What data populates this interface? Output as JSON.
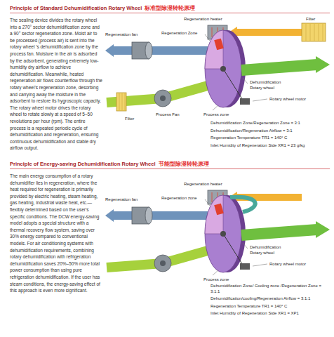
{
  "diagram": {
    "labels": [
      "Principle of Standard Dehumidification Rotary Wheel",
      "标准型除湿转轮原理",
      "The sealing device divides the rotary wheel into a 270° sector dehumidification zone and a 90° sector regeneration zone. Moist air to be processed (process air) is sent into the rotary wheel 's dehumidification zone by the process fan. Moisture in the air is adsorbed by the adsorbent, generating extremely low-humidity dry airflow to achieve dehumidification. Meanwhile, heated regeneration air flows counterflow through the rotary wheel's regeneration zone, desorbing and carrying away the moisture in the adsorbent to restore its hygroscopic capacity. The rotary wheel motor drives the rotary wheel to rotate slowly at a speed of 5–50 revolutions per hour (rpm). The entire process is a repeated periodic cycle of dehumidification and regeneration, ensuring continuous dehumidification and stable dry airflow output.",
      "Regeneration heater",
      "Filter",
      "Regeneration Zone",
      "Regeneration fan",
      "Dehumidification Rotary wheel",
      "Rotary wheel motor",
      "Process Fan",
      "Process zone",
      "Filter",
      "Dehumidification Zone/Regeneration Zone = 3:1",
      "Dehumidification/Regeneration Airflow = 3:1",
      "Regeneration Temperature TR1 = 140° C",
      "Inlet Humidity of Regeneration Side XR1 = 23 g/kg",
      "Principle of Energy-saving Dehumidification Rotary Wheel",
      "节能型除湿转轮原理",
      "The main energy consumption of a rotary dehumidifier lies in regeneration, where the heat required for regeneration is primarily provided by electric heating, steam heating, gas heating, industrial waste heat, etc.—flexibly determined based on the user's specific conditions. The DCW energy-saving model adopts a special structure with a thermal recovery flow system, saving over 30% energy compared to conventional models. For air conditioning systems with dehumidification requirements, combining rotary dehumidification with refrigeration dehumidification saves 20%–50% more total power consumption than using pure refrigeration dehumidification. If the user has steam conditions, the energy-saving effect of this approach is even more significant.",
      "Regeneration heater",
      "Regeneration fan",
      "Regeneration zone",
      "Dehumidification Rotary wheel",
      "Rotary wheel motor",
      "Process zone",
      "Dehumidification Zone/ Cooling zone /Regeneration Zone = 3:1:1",
      "Dehumidification/cooling/Regeneration Airflow = 3:1:1",
      "Regeneration Temperature TR1 = 140° C",
      "Inlet Humidity of Regeneration Side XR1 = XP1"
    ]
  }
}
